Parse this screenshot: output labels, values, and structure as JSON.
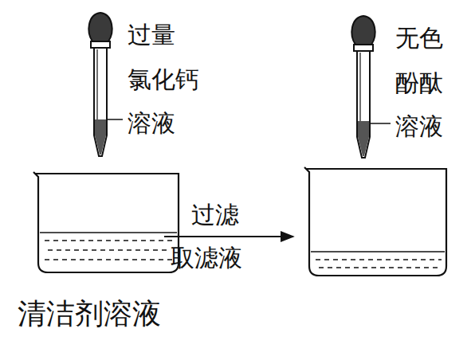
{
  "diagram": {
    "labels": [
      "过量 氯化钙 溶液",
      "清洁剂溶液",
      "过滤",
      "取滤液",
      "无色 酚酞 溶液"
    ]
  }
}
